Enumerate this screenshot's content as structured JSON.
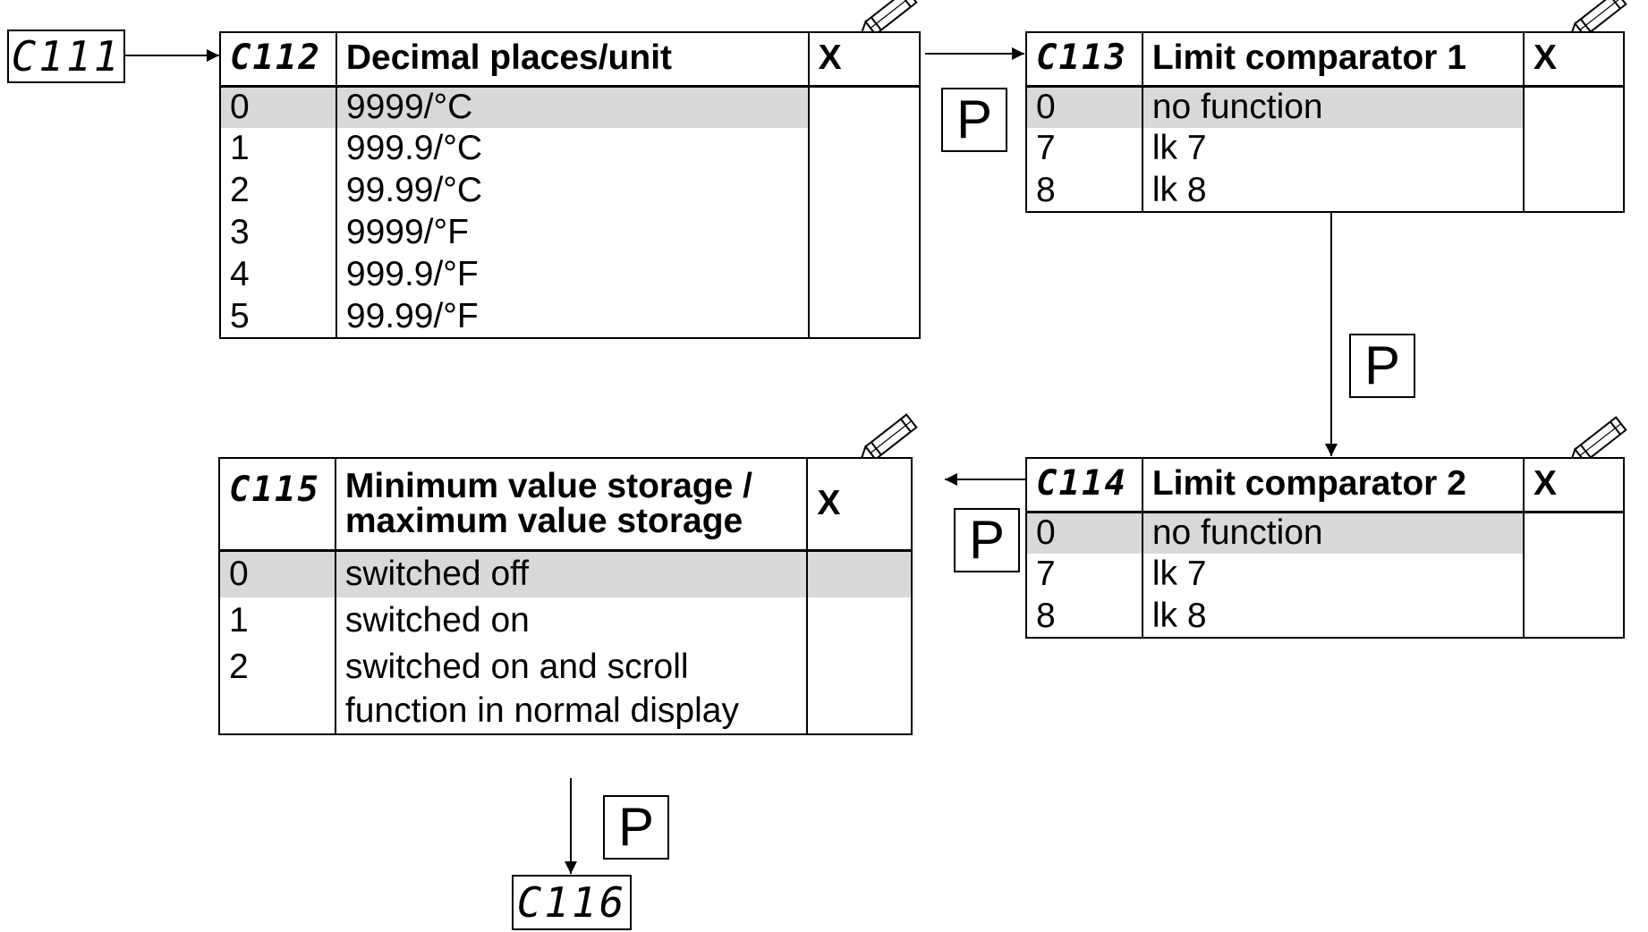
{
  "c111": "C111",
  "c116": "C116",
  "p_label": "P",
  "tables": {
    "c112": {
      "code": "C112",
      "title": "Decimal places/unit",
      "x": "X",
      "rows": [
        {
          "k": "0",
          "v": "9999/°C"
        },
        {
          "k": "1",
          "v": "999.9/°C"
        },
        {
          "k": "2",
          "v": "99.99/°C"
        },
        {
          "k": "3",
          "v": "9999/°F"
        },
        {
          "k": "4",
          "v": "999.9/°F"
        },
        {
          "k": "5",
          "v": "99.99/°F"
        }
      ]
    },
    "c113": {
      "code": "C113",
      "title": "Limit comparator 1",
      "x": "X",
      "rows": [
        {
          "k": "0",
          "v": "no function"
        },
        {
          "k": "7",
          "v": "lk 7"
        },
        {
          "k": "8",
          "v": "lk 8"
        }
      ]
    },
    "c114": {
      "code": "C114",
      "title": "Limit comparator 2",
      "x": "X",
      "rows": [
        {
          "k": "0",
          "v": "no function"
        },
        {
          "k": "7",
          "v": "lk 7"
        },
        {
          "k": "8",
          "v": "lk 8"
        }
      ]
    },
    "c115": {
      "code": "C115",
      "title_line1": "Minimum value storage /",
      "title_line2": "maximum value storage",
      "x": "X",
      "rows": [
        {
          "k": "0",
          "v": "switched off"
        },
        {
          "k": "1",
          "v": "switched on"
        },
        {
          "k": "2",
          "v": "switched on and scroll",
          "v2": "function in normal display"
        }
      ]
    }
  },
  "colors": {
    "selected_row": "#d9d9d9",
    "line": "#000000"
  },
  "icons": [
    "pencil-icon"
  ]
}
